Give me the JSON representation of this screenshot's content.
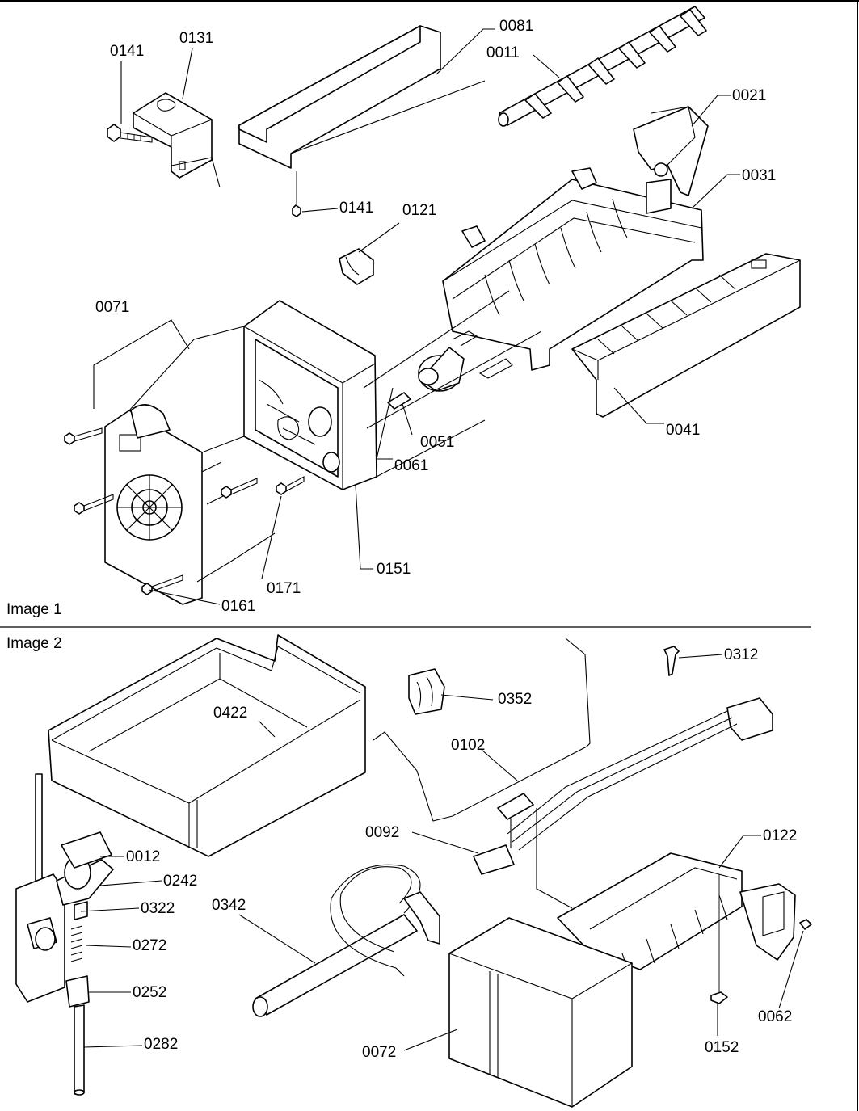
{
  "image1": {
    "caption": "Image 1",
    "labels": {
      "p0141a": "0141",
      "p0131": "0131",
      "p0081": "0081",
      "p0011": "0011",
      "p0021": "0021",
      "p0031": "0031",
      "p0141b": "0141",
      "p0121": "0121",
      "p0071": "0071",
      "p0051": "0051",
      "p0061": "0061",
      "p0041": "0041",
      "p0151": "0151",
      "p0171": "0171",
      "p0161": "0161"
    }
  },
  "image2": {
    "caption": "Image 2",
    "labels": {
      "p0312": "0312",
      "p0352": "0352",
      "p0422": "0422",
      "p0102": "0102",
      "p0092": "0092",
      "p0122": "0122",
      "p0012": "0012",
      "p0242": "0242",
      "p0322": "0322",
      "p0272": "0272",
      "p0252": "0252",
      "p0282": "0282",
      "p0342": "0342",
      "p0072": "0072",
      "p0152": "0152",
      "p0062": "0062"
    }
  }
}
